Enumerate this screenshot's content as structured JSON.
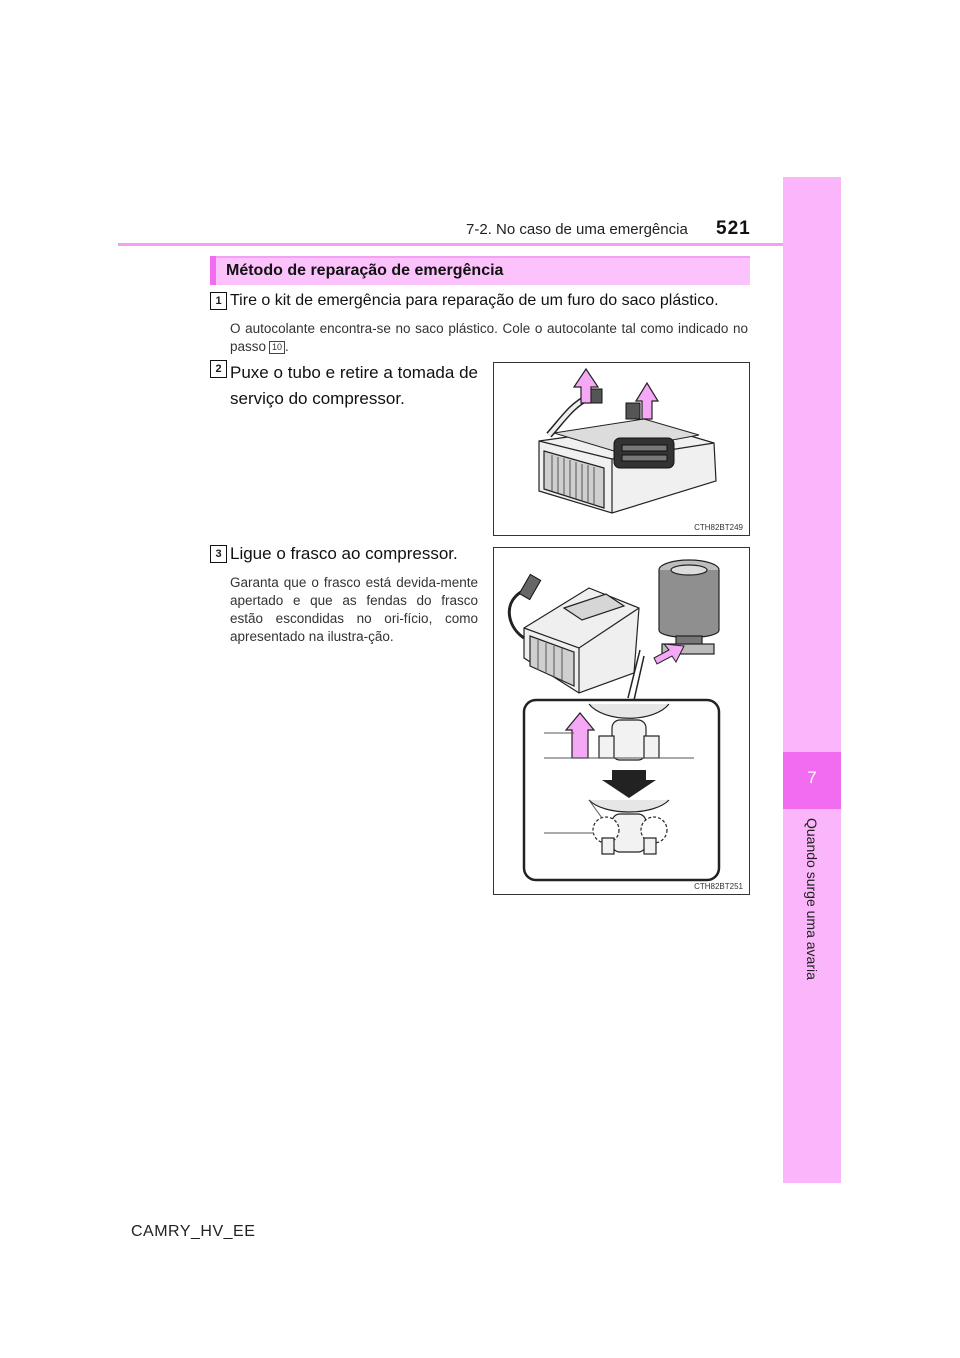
{
  "header": {
    "section": "7-2. No caso de uma emergência",
    "page_number": "521"
  },
  "side_tab": {
    "chapter": "7",
    "label": "Quando surge uma avaria"
  },
  "title": "Método de reparação de emergência",
  "steps": [
    {
      "number": "1",
      "text": "Tire o kit de emergência para reparação de um furo do saco plástico.",
      "note_before": "O autocolante encontra-se no saco plástico. Cole o autocolante tal como indicado no passo",
      "note_ref": "10",
      "note_after": "."
    },
    {
      "number": "2",
      "text": "Puxe o tubo e retire a tomada de serviço do compressor.",
      "figure_code": "CTH82BT249"
    },
    {
      "number": "3",
      "text": "Ligue o frasco ao compressor.",
      "note": "Garanta que o frasco está devida-mente apertado e que as fendas do frasco estão escondidas no ori-fício, como apresentado na ilustra-ção.",
      "figure_code": "CTH82BT251"
    }
  ],
  "footer": "CAMRY_HV_EE",
  "colors": {
    "accent_pink": "#f26cf2",
    "light_pink": "#fbb5fb",
    "arrow_pink": "#f5a8f5"
  }
}
